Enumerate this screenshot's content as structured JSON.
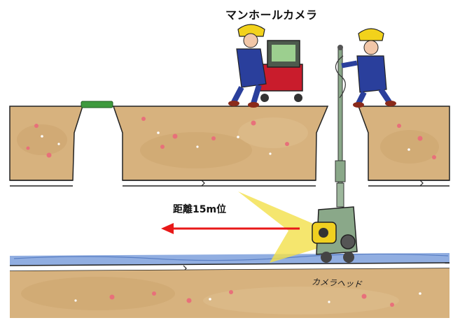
{
  "labels": {
    "title": "マンホールカメラ",
    "distance": "距離15m位",
    "camera_head": "カメラヘッド"
  },
  "colors": {
    "soil": "#d7b27e",
    "soil_edge": "#c99b5f",
    "pebble": "#e8707a",
    "water": "#7ea0dc",
    "arrow": "#e81818",
    "light_beam": "#f3e04a",
    "manhole_cover": "#3e9a3e",
    "helmet": "#f2d21b",
    "uniform": "#2a3f9c",
    "cart": "#c91c2c",
    "equipment": "#8aa889"
  },
  "icons": {
    "worker_left": "worker-icon",
    "worker_right": "worker-icon",
    "cart": "monitor-cart-icon",
    "camera": "camera-head-icon"
  }
}
